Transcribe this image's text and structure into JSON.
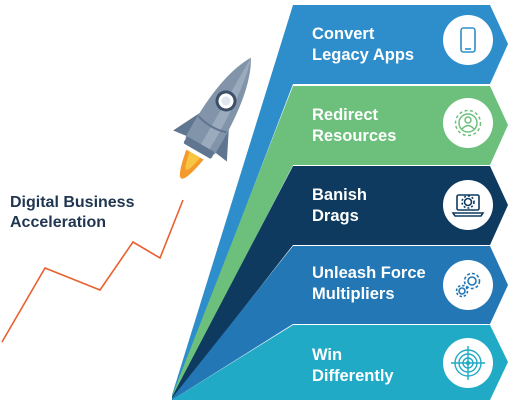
{
  "side_label": {
    "line1": "Digital Business",
    "line2": "Acceleration"
  },
  "steps": [
    {
      "line1": "Convert",
      "line2": "Legacy Apps",
      "color": "#2e8ecb",
      "icon": "smartphone-icon"
    },
    {
      "line1": "Redirect",
      "line2": "Resources",
      "color": "#6cc07c",
      "icon": "gear-person-icon"
    },
    {
      "line1": "Banish",
      "line2": "Drags",
      "color": "#0f3a5f",
      "icon": "laptop-gear-icon"
    },
    {
      "line1": "Unleash Force",
      "line2": "Multipliers",
      "color": "#2377b5",
      "icon": "gears-icon"
    },
    {
      "line1": "Win",
      "line2": "Differently",
      "color": "#20aac6",
      "icon": "target-icon"
    }
  ],
  "colors": {
    "label_text": "#1f3550",
    "trend_line": "#e9602f",
    "rocket_body": "#7f93aa",
    "flame": "#f49a2c"
  }
}
